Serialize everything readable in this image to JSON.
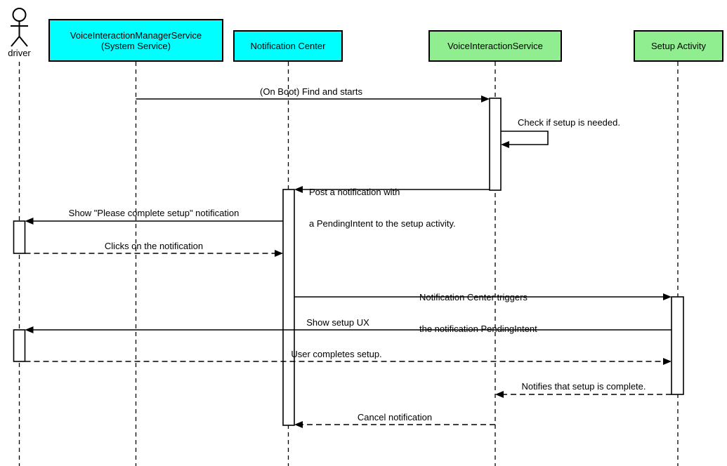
{
  "diagram_type": "uml-sequence-diagram",
  "colors": {
    "background": "#ffffff",
    "participant_cyan": "#00ffff",
    "participant_green": "#90ee90",
    "line": "#000000"
  },
  "actor": {
    "label": "driver"
  },
  "participants": {
    "manager_service": {
      "line1": "VoiceInteractionManagerService",
      "line2": "(System Service)",
      "color": "#00ffff"
    },
    "notification_center": {
      "label": "Notification Center",
      "color": "#00ffff"
    },
    "interaction_service": {
      "label": "VoiceInteractionService",
      "color": "#90ee90"
    },
    "setup_activity": {
      "label": "Setup Activity",
      "color": "#90ee90"
    }
  },
  "messages": {
    "on_boot": {
      "label": "(On Boot) Find and starts",
      "from": "VoiceInteractionManagerService (System Service)",
      "to": "VoiceInteractionService",
      "line_style": "solid"
    },
    "check_setup": {
      "label": "Check if setup is needed.",
      "from": "VoiceInteractionService",
      "to": "VoiceInteractionService",
      "line_style": "solid-self"
    },
    "post_notification": {
      "line1": "Post a notification with",
      "line2": "a PendingIntent to the setup activity.",
      "from": "VoiceInteractionService",
      "to": "Notification Center",
      "line_style": "solid"
    },
    "show_notification": {
      "label": "Show \"Please complete setup\" notification",
      "from": "Notification Center",
      "to": "driver",
      "line_style": "solid"
    },
    "click_notification": {
      "label": "Clicks on the notification",
      "from": "driver",
      "to": "Notification Center",
      "line_style": "dashed"
    },
    "trigger_pendingintent": {
      "line1": "Notification Center triggers",
      "line2": "the notification PendingIntent",
      "from": "Notification Center",
      "to": "Setup Activity",
      "line_style": "solid"
    },
    "show_setup_ux": {
      "label": "Show setup UX",
      "from": "Setup Activity",
      "to": "driver",
      "line_style": "solid"
    },
    "user_completes_setup": {
      "label": "User completes setup.",
      "from": "driver",
      "to": "Setup Activity",
      "line_style": "dashed"
    },
    "notify_setup_complete": {
      "label": "Notifies that setup is complete.",
      "from": "Setup Activity",
      "to": "VoiceInteractionService",
      "line_style": "dashed"
    },
    "cancel_notification": {
      "label": "Cancel notification",
      "from": "VoiceInteractionService",
      "to": "Notification Center",
      "line_style": "dashed"
    }
  }
}
